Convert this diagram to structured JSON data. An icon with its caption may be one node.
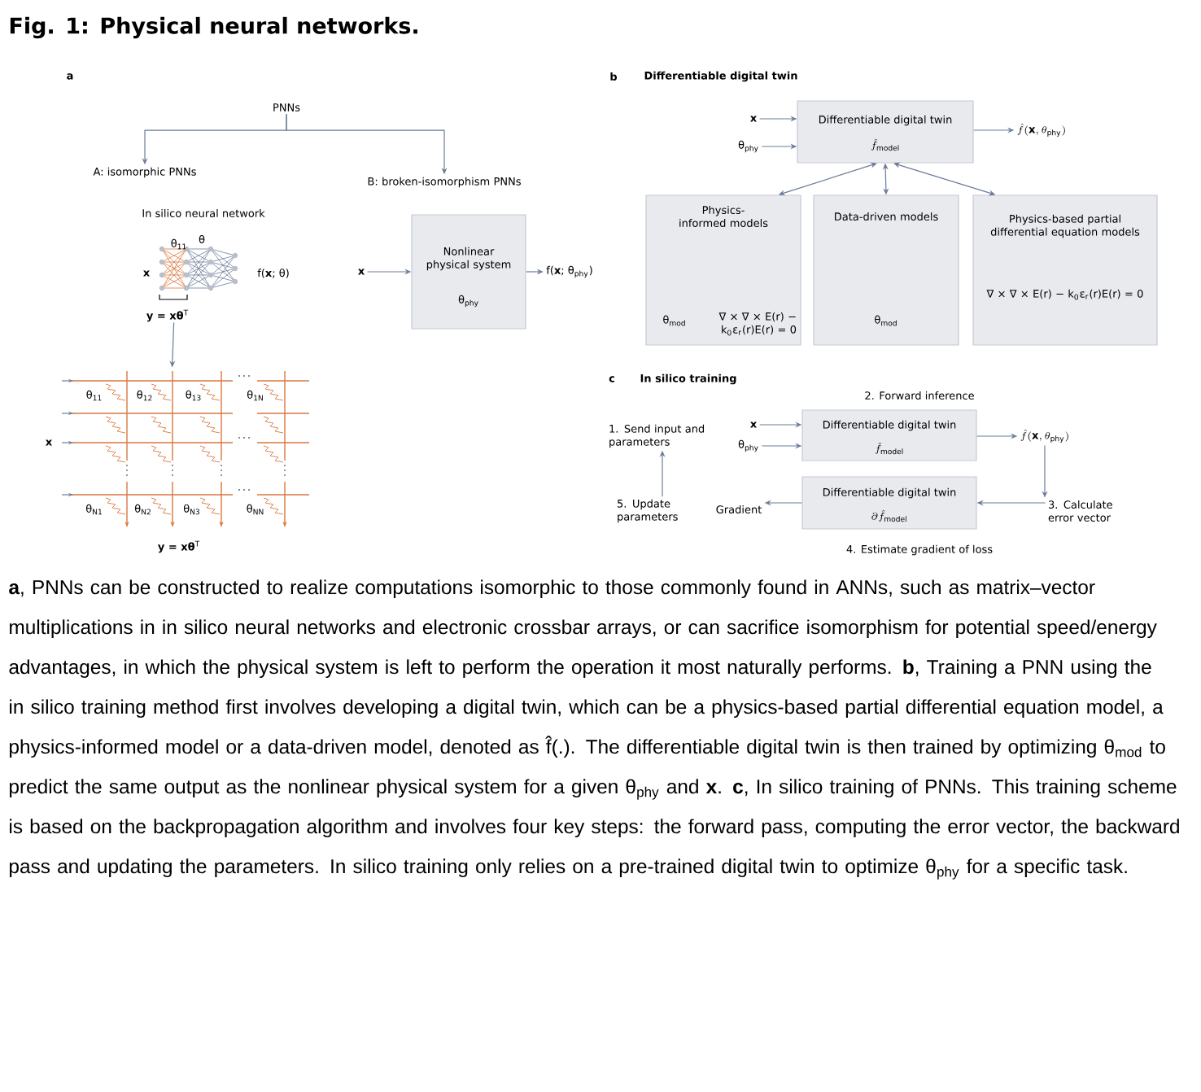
{
  "diagram": {
    "title": "Fig. 1: Physical neural networks.",
    "caption": "**a**, PNNs can be constructed to realize computations isomorphic to those commonly found in ANNs, such as matrix–vector multiplications in in silico neural networks and electronic crossbar arrays, or can sacrifice isomorphism for potential speed/energy advantages, in which the physical system is left to perform the operation it most naturally performs. **b**, Training a PNN using the in silico training method first involves developing a digital twin, which can be a physics-based partial differential equation model, a physics-informed model or a data-driven model, denoted as f̂(.). The differentiable digital twin is then trained by optimizing θ$_{mod}$ to predict the same output as the nonlinear physical system for a given θ$_{phy}$ and **x**. **c**, In silico training of PNNs. This training scheme is based on the backpropagation algorithm and involves four key steps: the forward pass, computing the error vector, the backward pass and updating the parameters. In silico training only relies on a pre-trained digital twin to optimize θ$_{phy}$ for a specific task.",
    "nodes": [
      {
        "text": [
          "PNNs"
        ]
      },
      {
        "text": [
          "A: isomorphic PNNs"
        ]
      },
      {
        "text": [
          "B: broken-isomorphism PNNs"
        ]
      },
      {
        "text": [],
        "shape": "picture"
      },
      {
        "text": [],
        "shape": "picture"
      },
      {
        "text": [
          "Nonlinear physical system",
          "θ$_{phy}$"
        ]
      },
      {
        "text": [
          "x"
        ]
      },
      {
        "text": [
          "f(**x**; θ$_{phy}$)"
        ]
      },
      {
        "text": [
          "x"
        ]
      },
      {
        "text": [
          "θ$_{phy}$"
        ]
      },
      {
        "text": [
          "Differentiable digital twin",
          "\\hat{f}_{\\mathrm{model}}"
        ]
      },
      {
        "text": [
          "\\hat{f}(\\mathbf{x}, \\theta_{\\mathrm{phy}})"
        ]
      },
      {
        "text": [
          "Physics-informed models",
          "θ$_{mod}$",
          "∇ × ∇ × E(r) − k$_{0}$ε$_{r}$(r)E(r) = 0"
        ]
      },
      {
        "text": [
          "Data-driven models",
          "θ$_{mod}$"
        ]
      },
      {
        "text": [
          "Physics-based partial differential equation models",
          "∇ × ∇ × E(r) − k$_{0}$ε$_{r}$(r)E(r) = 0"
        ]
      },
      {
        "text": [
          "1. Send input and parameters"
        ]
      },
      {
        "text": [
          "x"
        ]
      },
      {
        "text": [
          "θ$_{phy}$"
        ]
      },
      {
        "text": [
          "Differentiable digital twin",
          "\\hat{f}_{\\mathrm{model}}"
        ],
        "beside": [
          "2. Forward inference"
        ]
      },
      {
        "text": [
          "\\hat{f}(\\mathbf{x}, \\theta_{\\mathrm{phy}})"
        ]
      },
      {
        "text": [
          "3. Calculate error vector"
        ]
      },
      {
        "text": [
          "Differentiable digital twin",
          "\\partial\\hat{f}_{\\mathrm{model}}"
        ],
        "beside": [
          "4. Estimate gradient of loss"
        ]
      },
      {
        "text": [
          "Gradient"
        ]
      },
      {
        "text": [
          "5. Update parameters"
        ]
      }
    ],
    "edges": [
      {
        "from": 0,
        "to": 1,
        "arrow": "to"
      },
      {
        "from": 0,
        "to": 2,
        "arrow": "to"
      },
      {
        "from": 3,
        "to": 4,
        "arrow": "to"
      },
      {
        "from": 6,
        "to": 5,
        "arrow": "to"
      },
      {
        "from": 5,
        "to": 7,
        "arrow": "to"
      },
      {
        "from": 8,
        "to": 10,
        "arrow": "to"
      },
      {
        "from": 9,
        "to": 10,
        "arrow": "to"
      },
      {
        "from": 10,
        "to": 11,
        "arrow": "to"
      },
      {
        "from": 10,
        "to": 12,
        "arrow": "both"
      },
      {
        "from": 10,
        "to": 13,
        "arrow": "both"
      },
      {
        "from": 10,
        "to": 14,
        "arrow": "both"
      },
      {
        "from": 16,
        "to": 18,
        "arrow": "to"
      },
      {
        "from": 17,
        "to": 18,
        "arrow": "to"
      },
      {
        "from": 18,
        "to": 19,
        "arrow": "to"
      },
      {
        "from": 19,
        "to": 20,
        "arrow": "to"
      },
      {
        "from": 20,
        "to": 21,
        "arrow": "to"
      },
      {
        "from": 21,
        "to": 22,
        "arrow": "to"
      },
      {
        "from": 23,
        "to": 15,
        "arrow": "to"
      }
    ],
    "labels": [
      "a",
      "In silico neural network",
      "θ$_{11}$",
      "θ",
      "x",
      "f(**x**; θ)",
      "**y = xθ**$^{T}$",
      "θ$_{11}$",
      "θ$_{12}$",
      "θ$_{13}$",
      "θ$_{1N}$",
      "x",
      "θ$_{N1}$",
      "θ$_{N2}$",
      "θ$_{N3}$",
      "θ$_{NN}$",
      "**y = xθ**$^{T}$",
      "b",
      "Differentiable digital twin",
      "c",
      "In silico training"
    ]
  }
}
